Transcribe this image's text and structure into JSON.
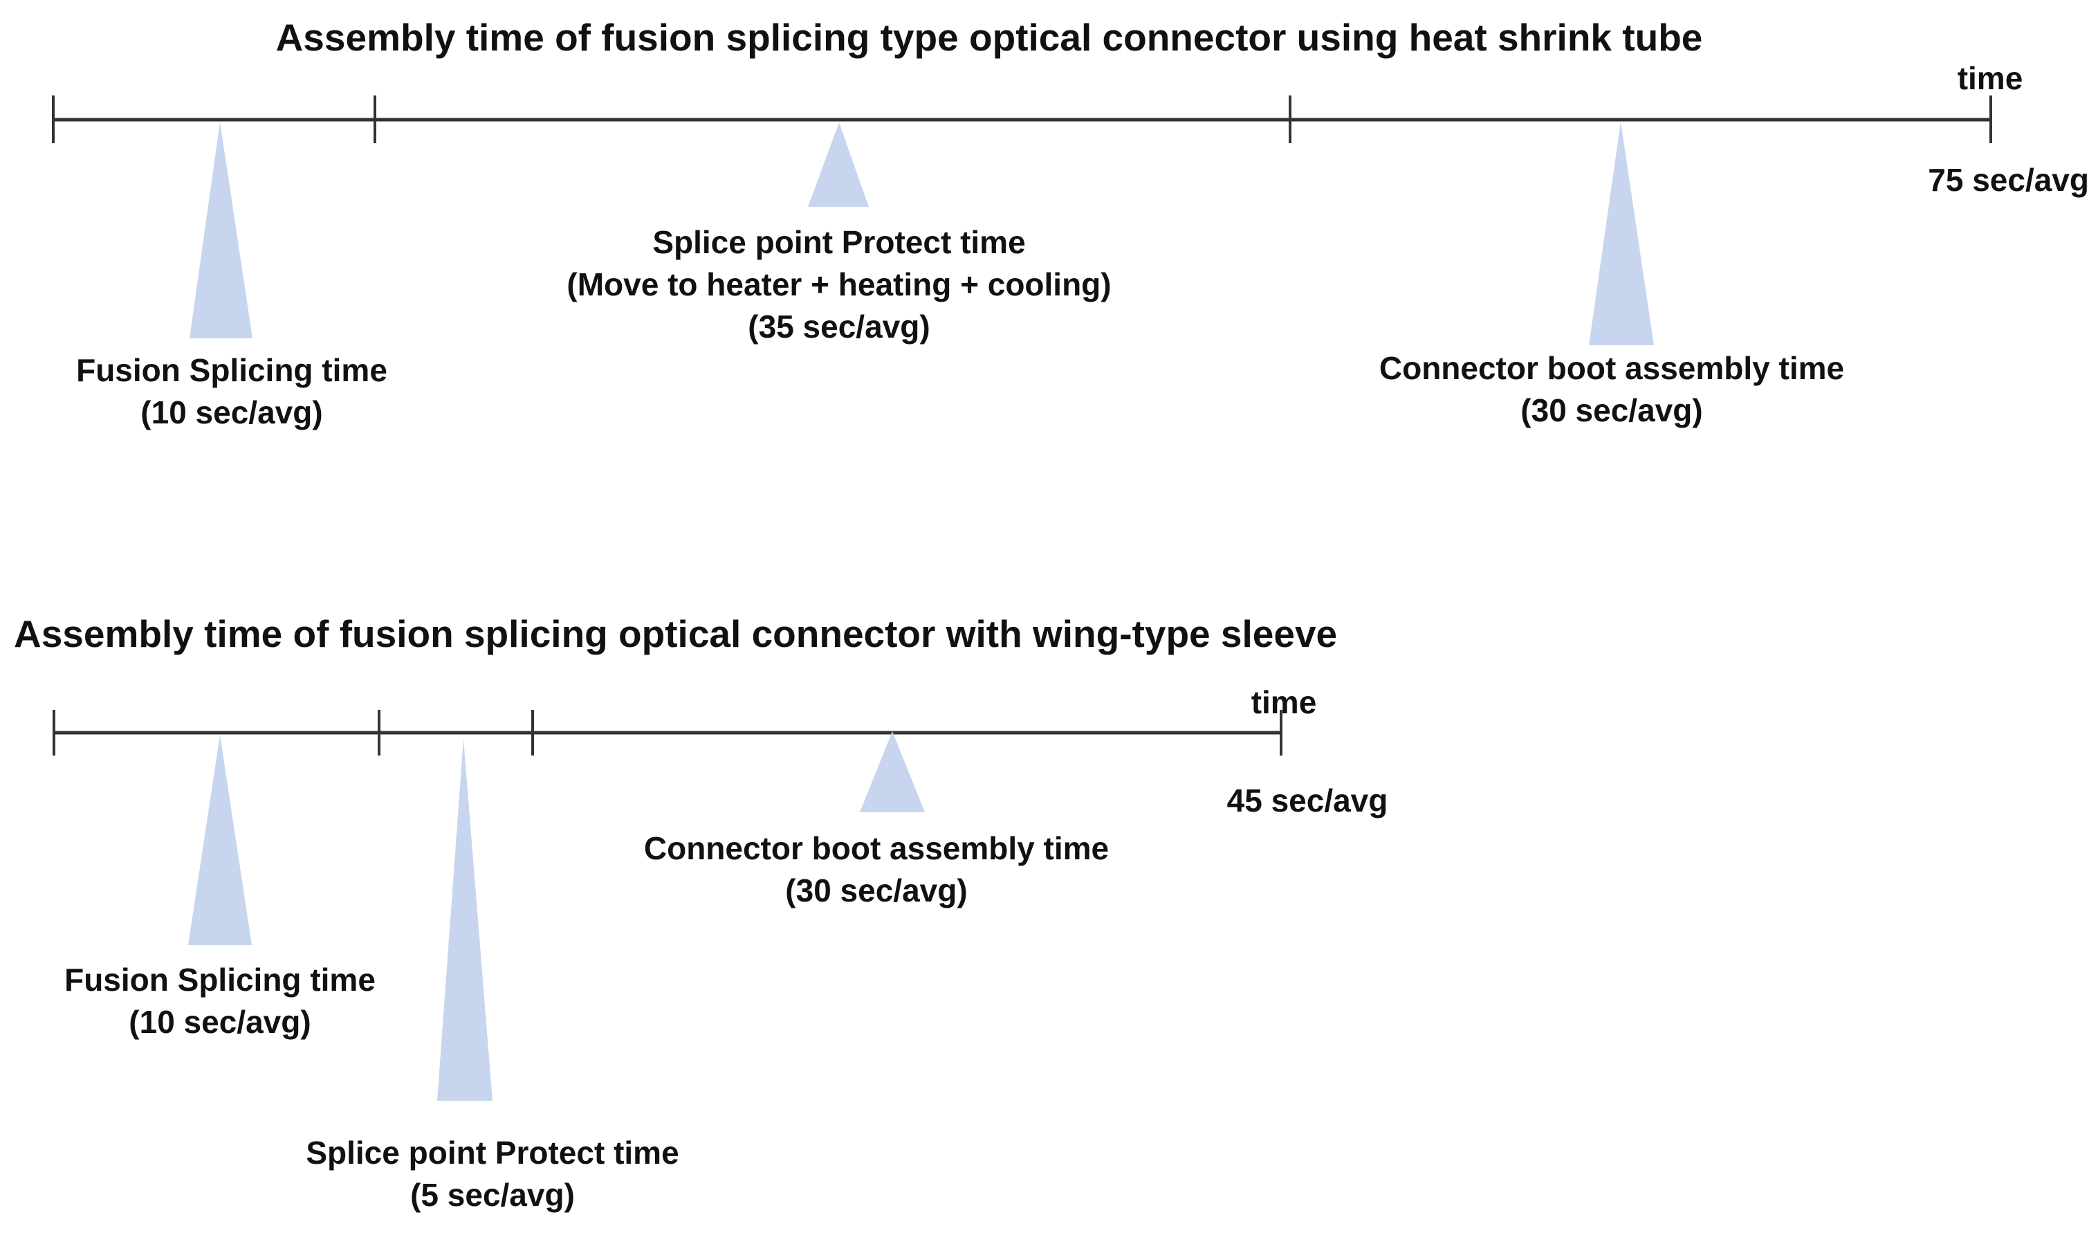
{
  "colors": {
    "triangle": "#c7d5ef",
    "line": "#333333",
    "ink": "#111111",
    "bg": "#ffffff"
  },
  "diagram1": {
    "title": "Assembly time of fusion splicing type optical connector using heat shrink tube",
    "axis_end_label": "time",
    "total_time_label": "75 sec/avg",
    "events": [
      {
        "name": "Fusion Splicing time",
        "duration_label": "(10 sec/avg)"
      },
      {
        "name": "Splice point Protect time",
        "detail": "(Move to heater + heating + cooling)",
        "duration_label": "(35 sec/avg)"
      },
      {
        "name": "Connector boot assembly time",
        "duration_label": "(30 sec/avg)"
      }
    ]
  },
  "diagram2": {
    "title": "Assembly time of fusion splicing optical connector with wing-type sleeve",
    "axis_end_label": "time",
    "total_time_label": "45 sec/avg",
    "events": [
      {
        "name": "Fusion Splicing time",
        "duration_label": "(10 sec/avg)"
      },
      {
        "name": "Splice point Protect time",
        "duration_label": "(5 sec/avg)"
      },
      {
        "name": "Connector boot assembly time",
        "duration_label": "(30 sec/avg)"
      }
    ]
  }
}
